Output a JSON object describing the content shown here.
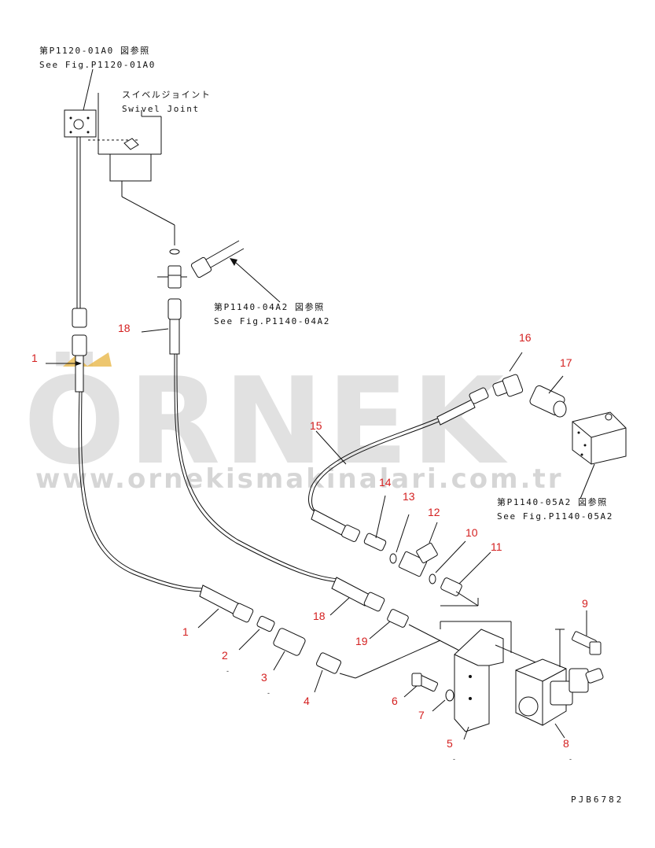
{
  "references": {
    "p1120_jp": "第P1120-01A0 図参照",
    "p1120_en": "See Fig.P1120-01A0",
    "swivel_jp": "スイベルジョイント",
    "swivel_en": "Swivel Joint",
    "p1140_04_jp": "第P1140-04A2 図参照",
    "p1140_04_en": "See Fig.P1140-04A2",
    "p1140_05_jp": "第P1140-05A2 図参照",
    "p1140_05_en": "See Fig.P1140-05A2"
  },
  "callouts": {
    "c1_top": "1",
    "c1_bottom": "1",
    "c2": "2",
    "c3": "3",
    "c4": "4",
    "c5": "5",
    "c6": "6",
    "c7": "7",
    "c8": "8",
    "c9": "9",
    "c10": "10",
    "c11": "11",
    "c12": "12",
    "c13": "13",
    "c14": "14",
    "c15": "15",
    "c16": "16",
    "c17": "17",
    "c18_top": "18",
    "c18_bottom": "18",
    "c19": "19"
  },
  "marks": {
    "m2": "-",
    "m3": "-",
    "m5": "-",
    "m8": "-"
  },
  "watermark": {
    "brand": "ÖRNEK",
    "url": "www.ornekismakinalari.com.tr"
  },
  "drawing_code": "PJB6782",
  "colors": {
    "callout": "#d42020",
    "watermark": "#c9c9c9",
    "line": "#111111"
  }
}
